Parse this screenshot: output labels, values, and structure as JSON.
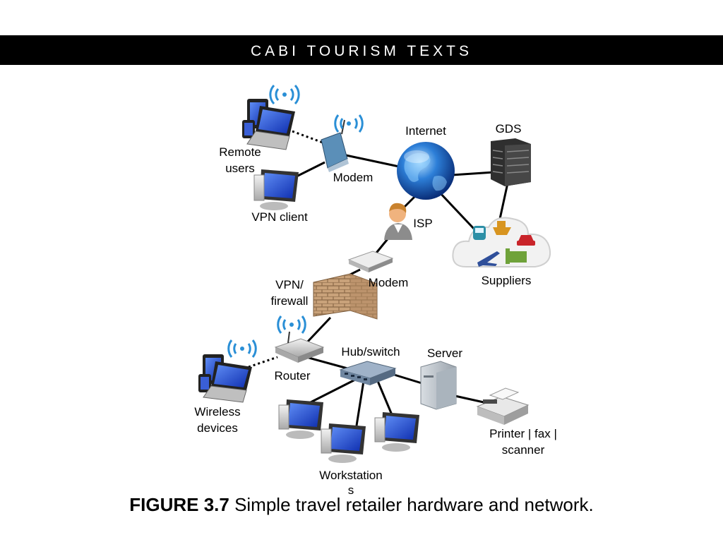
{
  "header": {
    "title": "CABI TOURISM TEXTS"
  },
  "labels": {
    "remote_users_1": "Remote",
    "remote_users_2": "users",
    "modem_top": "Modem",
    "vpn_client": "VPN client",
    "internet": "Internet",
    "gds": "GDS",
    "isp": "ISP",
    "suppliers": "Suppliers",
    "modem_mid": "Modem",
    "vpn_firewall_1": "VPN/",
    "vpn_firewall_2": "firewall",
    "router": "Router",
    "hub_switch": "Hub/switch",
    "server": "Server",
    "wireless_1": "Wireless",
    "wireless_2": "devices",
    "printer_1": "Printer | fax |",
    "printer_2": "scanner",
    "workstations_1": "Workstation",
    "workstations_2": "s"
  },
  "caption": {
    "number": "FIGURE 3.7",
    "text": " Simple travel retailer hardware and network."
  },
  "icons": {
    "wireless": "wifi-signal-icon",
    "cloud": "supplier-cloud-icon",
    "globe": "internet-globe-icon"
  },
  "colors": {
    "banner": "#000000",
    "wifi": "#2a8fd6",
    "screen": "#1e4fd0"
  }
}
